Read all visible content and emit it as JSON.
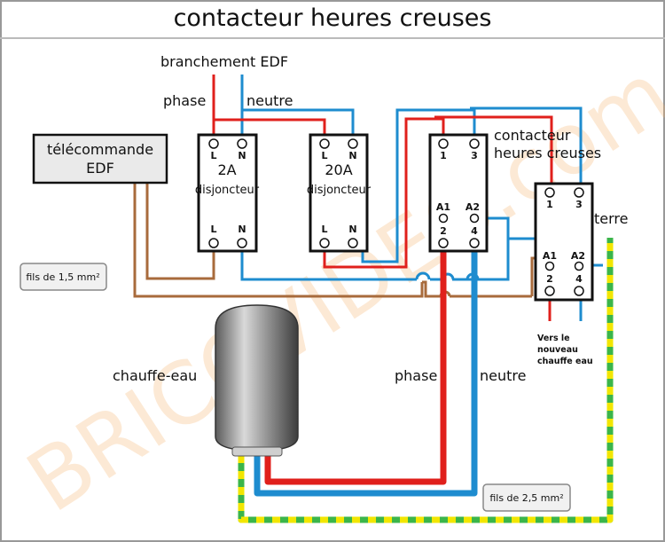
{
  "title": "contacteur heures creuses",
  "watermark": "BRICOVIDEO.com",
  "labels": {
    "branchement": "branchement EDF",
    "phase_top": "phase",
    "neutre_top": "neutre",
    "telecommande_line1": "télécommande",
    "telecommande_line2": "EDF",
    "fils_small": "fils de 1,5 mm²",
    "fils_large": "fils de 2,5 mm²",
    "chauffe_eau": "chauffe-eau",
    "phase_bottom": "phase",
    "neutre_bottom": "neutre",
    "contacteur_line1": "contacteur",
    "contacteur_line2": "heures creuses",
    "terre": "terre",
    "vers_line1": "Vers le",
    "vers_line2": "nouveau",
    "vers_line3": "chauffe eau"
  },
  "breakers": [
    {
      "rating": "2A",
      "name": "disjoncteur",
      "top_left": "L",
      "top_right": "N",
      "bottom_left": "L",
      "bottom_right": "N"
    },
    {
      "rating": "20A",
      "name": "disjoncteur",
      "top_left": "L",
      "top_right": "N",
      "bottom_left": "L",
      "bottom_right": "N"
    }
  ],
  "contactors": [
    {
      "t1": "1",
      "t3": "3",
      "a1": "A1",
      "a2": "A2",
      "t2": "2",
      "t4": "4"
    },
    {
      "t1": "1",
      "t3": "3",
      "a1": "A1",
      "a2": "A2",
      "t2": "2",
      "t4": "4"
    }
  ],
  "colors": {
    "phase": "#e0201c",
    "neutre": "#1e8ccf",
    "pilot": "#a86b3c",
    "earth_green": "#3bb54a",
    "earth_yellow": "#f2e600",
    "box_border": "#111111",
    "remote_fill": "#eaeaea"
  }
}
